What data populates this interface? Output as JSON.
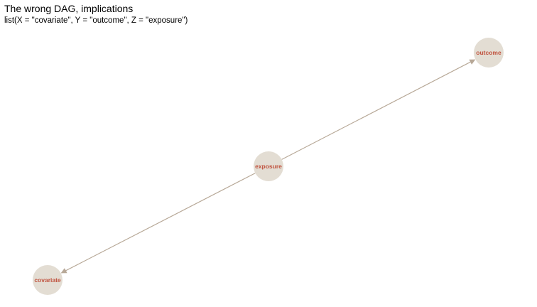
{
  "title": "The wrong DAG, implications",
  "subtitle": "list(X = \"covariate\", Y = \"outcome\", Z = \"exposure\")",
  "colors": {
    "node_fill": "#e3ddd3",
    "node_label": "#c0533f",
    "edge": "#b7a897"
  },
  "nodes": [
    {
      "id": "exposure",
      "label": "exposure"
    },
    {
      "id": "outcome",
      "label": "outcome"
    },
    {
      "id": "covariate",
      "label": "covariate"
    }
  ],
  "edges": [
    {
      "from": "exposure",
      "to": "outcome"
    },
    {
      "from": "exposure",
      "to": "covariate"
    }
  ]
}
